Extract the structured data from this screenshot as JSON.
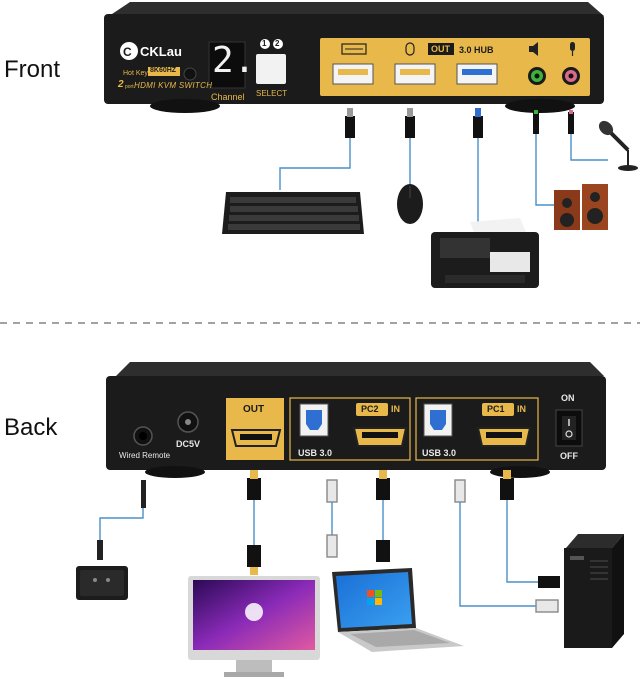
{
  "sections": {
    "front": "Front",
    "back": "Back"
  },
  "front_panel": {
    "brand": "CKLau",
    "resolution_badge": "8K60HZ",
    "product_line": "HDMI KVM SWITCH",
    "product_prefix": "2",
    "product_suffix": "port",
    "hotkey_label": "Hot Key ON/OFF",
    "channel_digit": "2.",
    "channel_label": "Channel",
    "select_label": "SELECT",
    "select_numbers": [
      "1",
      "2"
    ],
    "out_badge": "OUT",
    "hub_label": "3.0 HUB"
  },
  "back_panel": {
    "wired_remote": "Wired Remote",
    "power": "DC5V",
    "out": "OUT",
    "pc2": "PC2",
    "pc1": "PC1",
    "in": "IN",
    "usb1": "USB 3.0",
    "usb2": "USB 3.0",
    "on": "ON",
    "off": "OFF"
  },
  "colors": {
    "gold": "#e8b84a",
    "device_black": "#1b1b1b",
    "usb_blue": "#2f6fd1",
    "cable_blue": "#4a90c8"
  }
}
